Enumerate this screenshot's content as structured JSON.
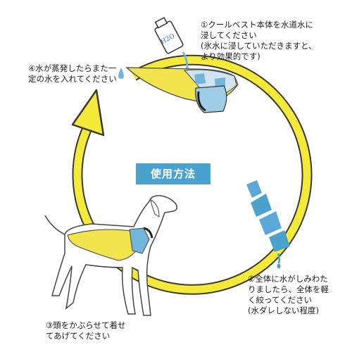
{
  "center_label": "使用方法",
  "bottle_label": "H2O",
  "steps": [
    {
      "lines": [
        "①クールベスト本体を水道水に",
        "浸してください",
        "(氷水に浸していただきますと、",
        "より効果的です)"
      ]
    },
    {
      "lines": [
        "②全体に水がしみわた",
        "りましたら、全体を軽",
        "く絞ってください",
        "(水ダレしない程度)"
      ]
    },
    {
      "lines": [
        "③頭をかぶらせて着せ",
        "てあげてください"
      ]
    },
    {
      "lines": [
        "④水が蒸発したらまた一",
        "定の水を入れてください"
      ]
    }
  ],
  "colors": {
    "arrow": "#f5e93a",
    "arrow_outline": "#3a3a2a",
    "vest_yellow": "#f2e44c",
    "vest_blue": "#74b6d9",
    "accent_blue": "#4aa3cf"
  }
}
